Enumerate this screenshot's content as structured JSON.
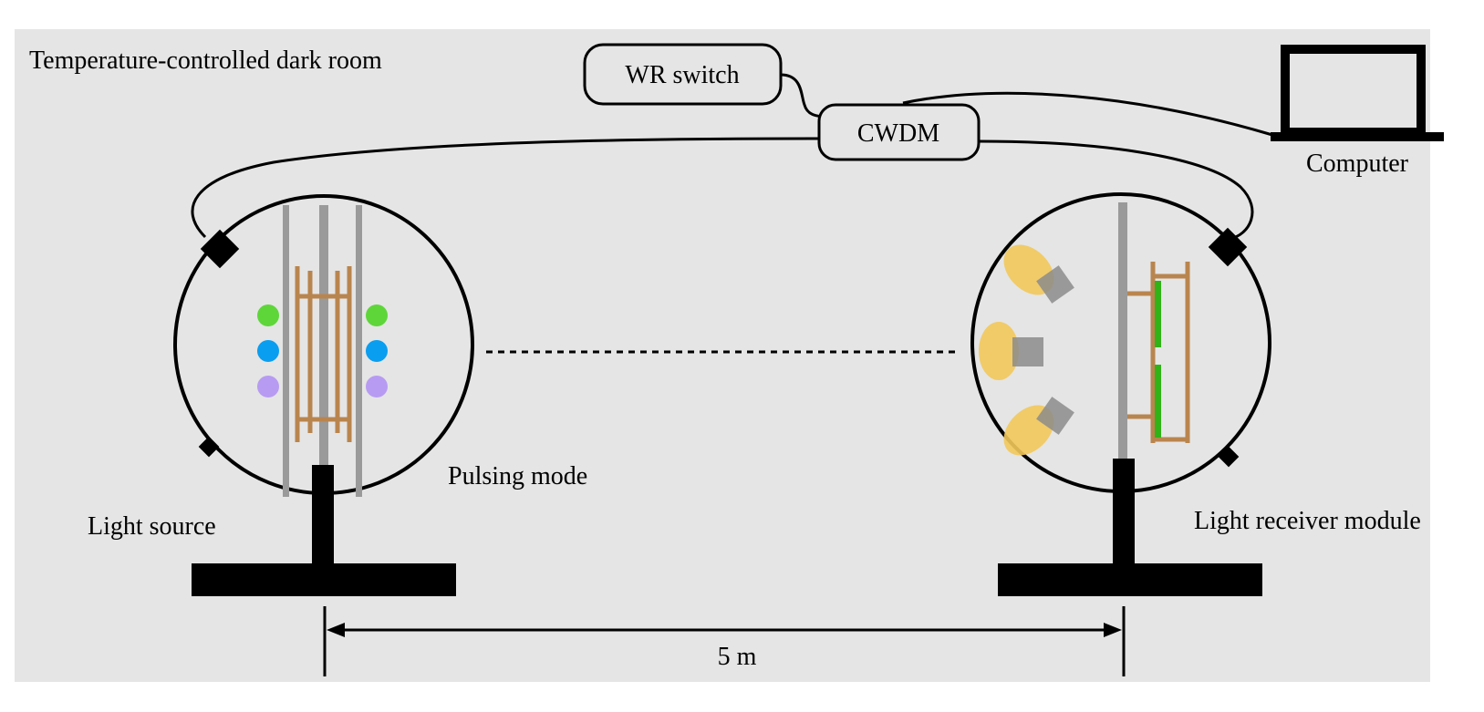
{
  "room": {
    "label": "Temperature-controlled dark room"
  },
  "network": {
    "switch_label": "WR switch",
    "cwdm_label": "CWDM"
  },
  "computer": {
    "label": "Computer"
  },
  "source": {
    "label": "Light source",
    "led_colors": [
      "#5ed63a",
      "#0a9ef0",
      "#b79bf2"
    ]
  },
  "mode": {
    "label": "Pulsing mode"
  },
  "receiver": {
    "label": "Light receiver module"
  },
  "distance": {
    "label": "5 m"
  },
  "colors": {
    "background": "#e5e5e5",
    "rod": "#9a9a9a",
    "frame": "#b9854e",
    "pmt": "#f2c85a",
    "sipm": "#2fb316"
  }
}
